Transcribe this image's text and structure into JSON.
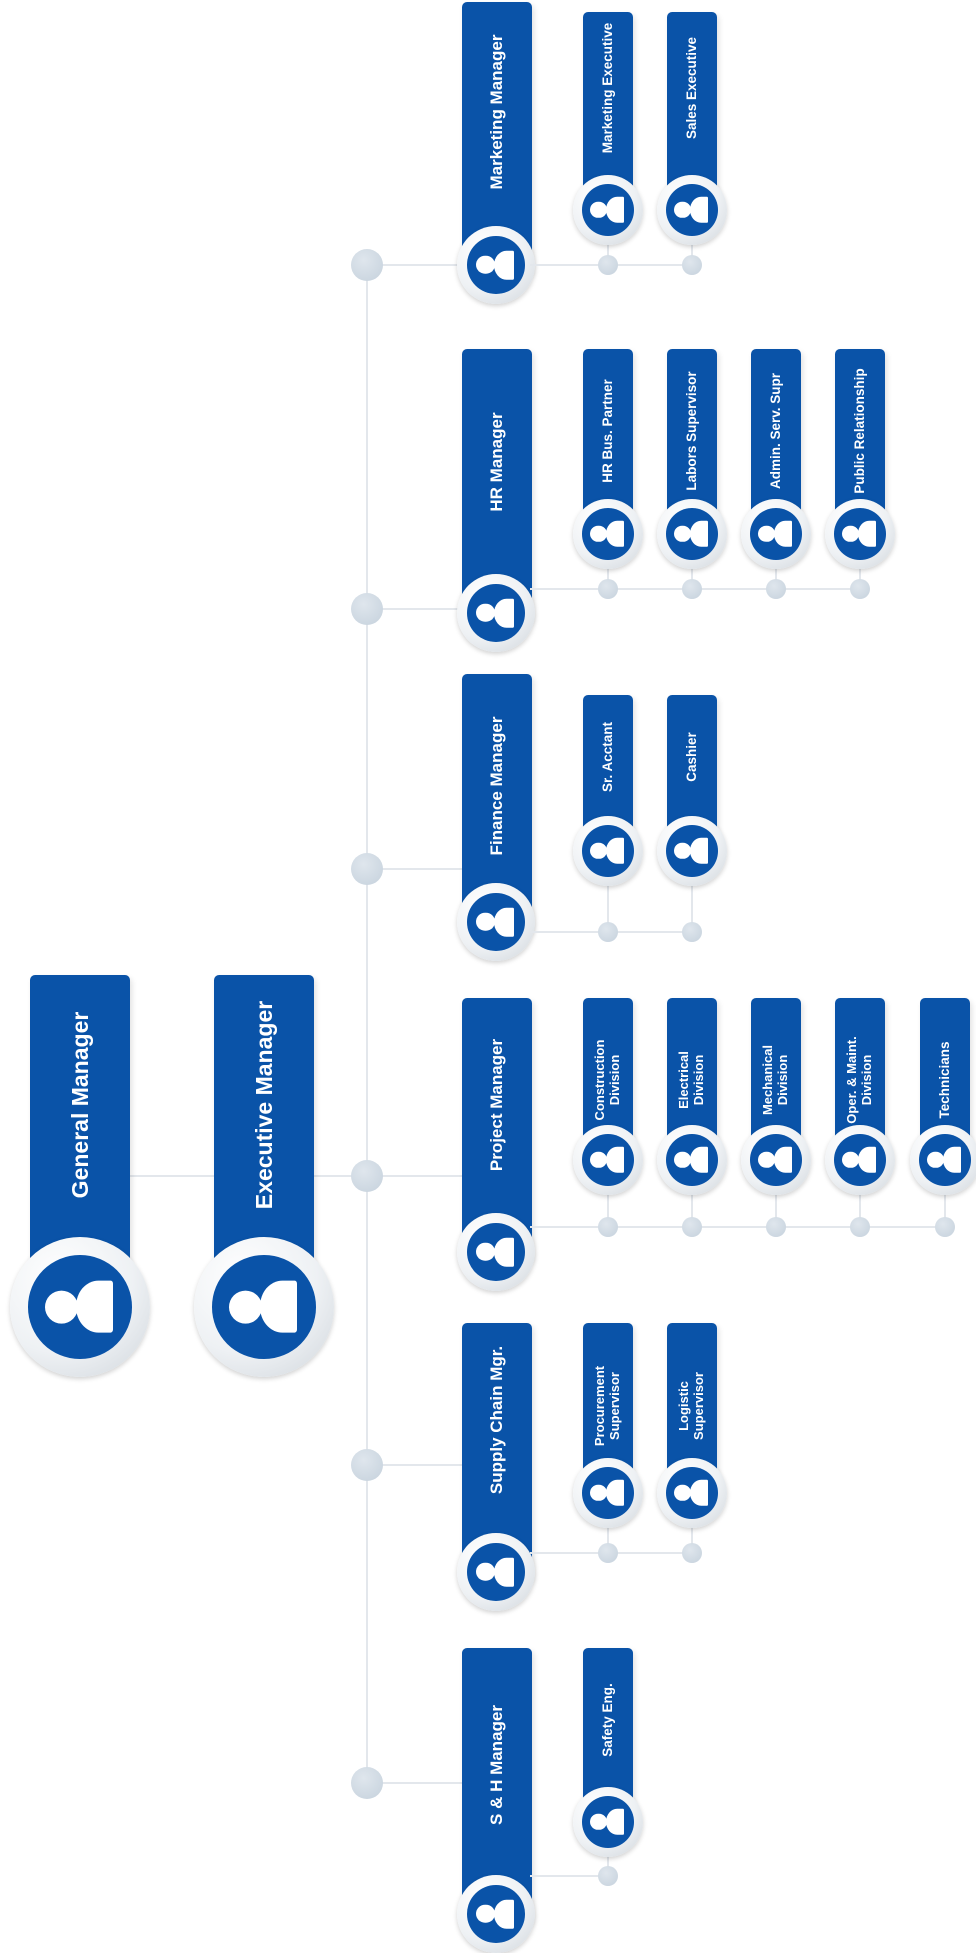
{
  "org": {
    "top": [
      {
        "label": "General Manager"
      },
      {
        "label": "Executive Manager"
      }
    ],
    "departments": [
      {
        "label": "Marketing Manager",
        "subs": [
          "Marketing Executive",
          "Sales Executive"
        ]
      },
      {
        "label": "HR Manager",
        "subs": [
          "HR Bus. Partner",
          "Labors Supervisor",
          "Admin. Serv. Supr",
          "Public Relationship"
        ]
      },
      {
        "label": "Finance Manager",
        "subs": [
          "Sr. Acctant",
          "Cashier"
        ]
      },
      {
        "label": "Project Manager",
        "subs": [
          "Construction\nDivision",
          "Electrical\nDivision",
          "Mechanical\nDivision",
          "Oper. & Maint.\nDivision",
          "Technicians"
        ]
      },
      {
        "label": "Supply Chain Mgr.",
        "subs": [
          "Procurement\nSupervisor",
          "Logistic\nSupervisor"
        ]
      },
      {
        "label": "S & H Manager",
        "subs": [
          "Safety Eng."
        ]
      }
    ]
  },
  "colors": {
    "card": "#0a53a8",
    "connector": "#e3e7ec",
    "node": "#cdd8e2"
  },
  "icons": {
    "avatar": "person-icon"
  }
}
